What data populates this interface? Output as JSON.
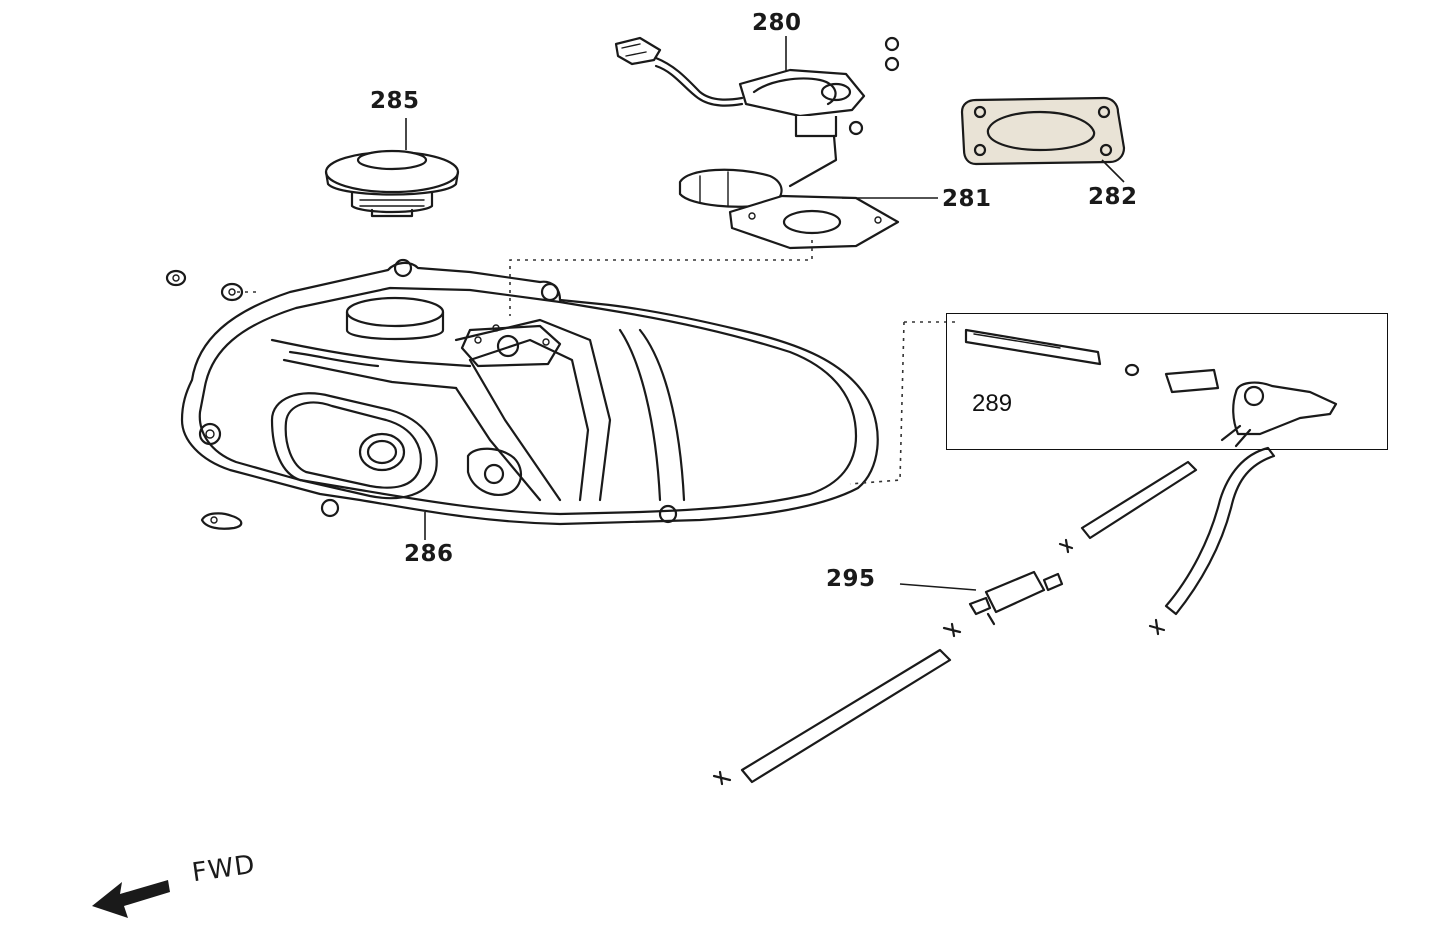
{
  "labels": {
    "p280": "280",
    "p281": "281",
    "p282": "282",
    "p285": "285",
    "p286": "286",
    "p289": "289",
    "p295": "295"
  },
  "direction": {
    "text": "FWD",
    "icon": "arrow-left-icon"
  },
  "colors": {
    "line": "#1a1a1a",
    "background": "#ffffff"
  }
}
